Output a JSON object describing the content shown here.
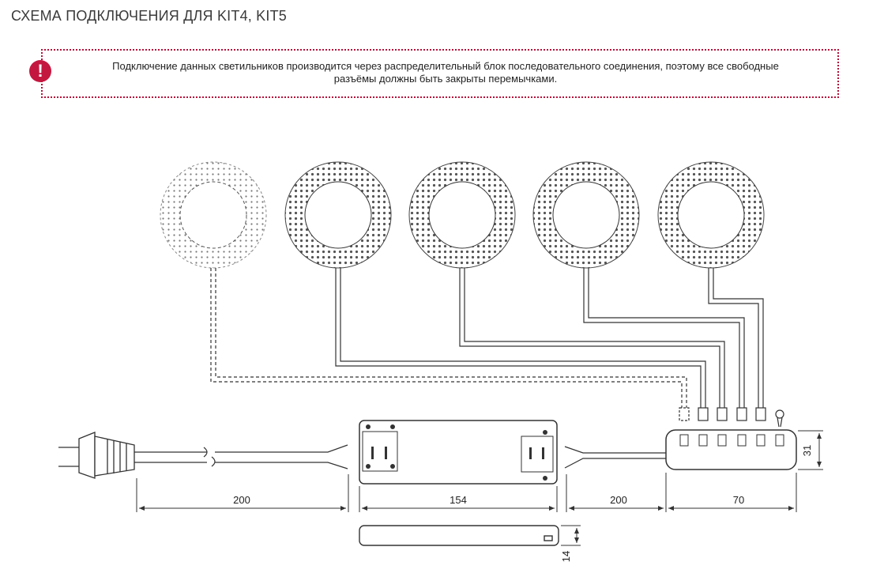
{
  "title": "СХЕМА ПОДКЛЮЧЕНИЯ ДЛЯ KIT4, KIT5",
  "notice": {
    "icon": "exclamation-icon",
    "line1": "Подключение данных светильников производится через распределительный блок последовательного соединения, поэтому все свободные",
    "line2": "разъёмы должны быть закрыты перемычками."
  },
  "dimensions": {
    "cable_left": "200",
    "driver_length": "154",
    "cable_right": "200",
    "block_length": "70",
    "block_height": "31",
    "driver_height": "14"
  },
  "colors": {
    "accent": "#c4173f",
    "line": "#333333"
  }
}
